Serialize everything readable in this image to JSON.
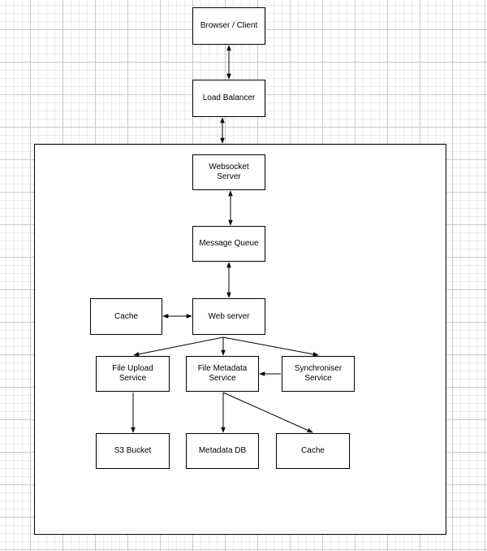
{
  "diagram": {
    "container": {
      "label": ""
    },
    "nodes": [
      {
        "id": "browser",
        "label": "Browser / Client"
      },
      {
        "id": "lb",
        "label": "Load Balancer"
      },
      {
        "id": "ws",
        "label": "Websocket\nServer"
      },
      {
        "id": "mq",
        "label": "Message Queue"
      },
      {
        "id": "web",
        "label": "Web server"
      },
      {
        "id": "cache1",
        "label": "Cache"
      },
      {
        "id": "upload",
        "label": "File Upload Service"
      },
      {
        "id": "meta",
        "label": "File Metadata Service"
      },
      {
        "id": "sync",
        "label": "Synchroniser Service"
      },
      {
        "id": "s3",
        "label": "S3 Bucket"
      },
      {
        "id": "metadb",
        "label": "Metadata DB"
      },
      {
        "id": "cache2",
        "label": "Cache"
      }
    ],
    "edges": [
      {
        "from": "browser",
        "to": "lb",
        "direction": "both"
      },
      {
        "from": "lb",
        "to": "ws",
        "direction": "both"
      },
      {
        "from": "ws",
        "to": "mq",
        "direction": "both"
      },
      {
        "from": "mq",
        "to": "web",
        "direction": "both"
      },
      {
        "from": "cache1",
        "to": "web",
        "direction": "both"
      },
      {
        "from": "web",
        "to": "upload",
        "direction": "forward"
      },
      {
        "from": "web",
        "to": "meta",
        "direction": "forward"
      },
      {
        "from": "web",
        "to": "sync",
        "direction": "forward"
      },
      {
        "from": "sync",
        "to": "meta",
        "direction": "forward"
      },
      {
        "from": "upload",
        "to": "s3",
        "direction": "forward"
      },
      {
        "from": "meta",
        "to": "metadb",
        "direction": "forward"
      },
      {
        "from": "meta",
        "to": "cache2",
        "direction": "forward"
      }
    ]
  }
}
